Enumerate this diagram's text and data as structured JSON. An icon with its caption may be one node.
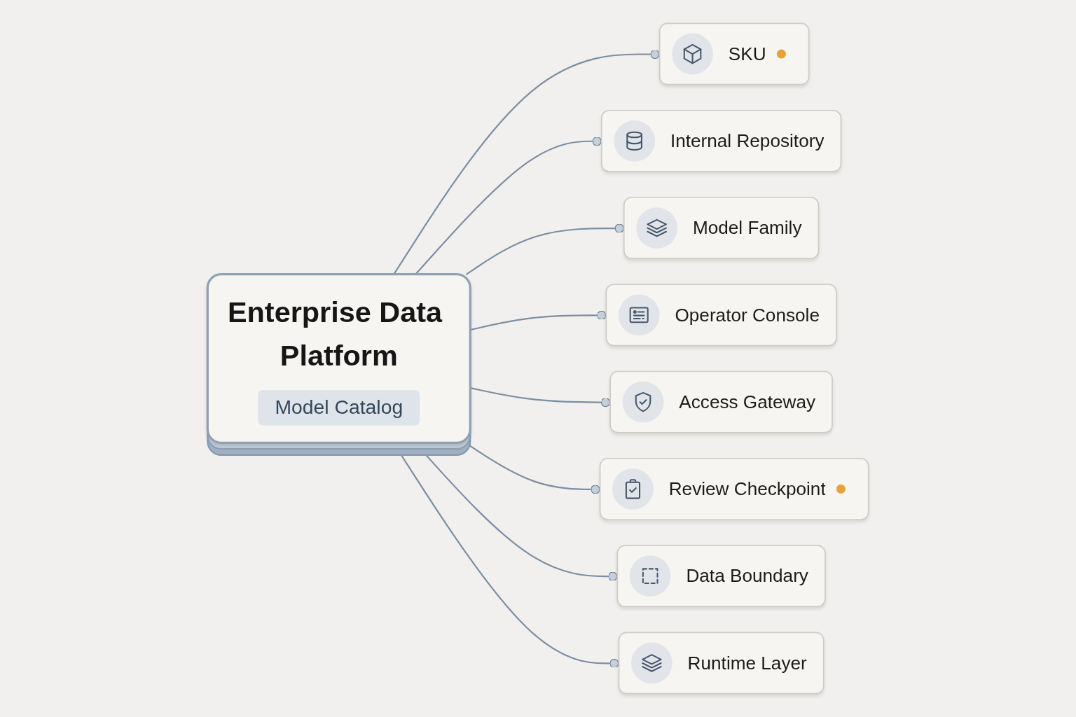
{
  "diagram": {
    "nodes": [
      {
        "text": [
          "SKU"
        ]
      },
      {
        "text": [
          "Internal Repository"
        ]
      },
      {
        "text": [
          "Model Family"
        ]
      },
      {
        "text": [
          "Enterprise Data Platform",
          "Model Catalog"
        ]
      },
      {
        "text": [
          "Operator Console"
        ]
      },
      {
        "text": [
          "Access Gateway"
        ]
      },
      {
        "text": [
          "Review Checkpoint"
        ]
      },
      {
        "text": [
          "Data Boundary"
        ]
      },
      {
        "text": [
          "Runtime Layer"
        ]
      }
    ],
    "edges": [
      {
        "from": 3,
        "to": 0,
        "arrow": "other"
      },
      {
        "from": 3,
        "to": 1,
        "arrow": "other"
      },
      {
        "from": 3,
        "to": 2,
        "arrow": "other"
      },
      {
        "from": 3,
        "to": 4,
        "arrow": "other"
      },
      {
        "from": 3,
        "to": 5,
        "arrow": "other"
      },
      {
        "from": 3,
        "to": 6,
        "arrow": "other"
      },
      {
        "from": 3,
        "to": 7,
        "arrow": "other"
      },
      {
        "from": 3,
        "to": 8,
        "arrow": "other"
      }
    ]
  }
}
